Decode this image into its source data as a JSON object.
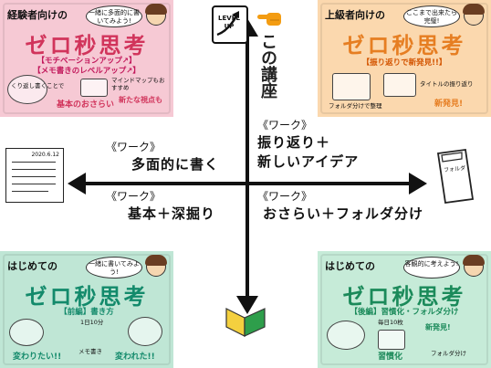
{
  "cards": {
    "top_left": {
      "header": "経験者向けの",
      "bubble": "一緒に多面的に書いてみよう!",
      "title": "ゼロ秒思考",
      "subs": [
        "【モチベーションアップ↗】",
        "【メモ書きのレベルアップ↗】"
      ],
      "notes": [
        "くり返し書くことで",
        "基本のおさらい",
        "マインドマップもおすすめ",
        "新たな視点も"
      ],
      "colors": {
        "bg": "#f6c9d4",
        "title": "#d1345b"
      }
    },
    "top_right": {
      "header": "上級者向けの",
      "bubble": "ここまで出来たら完璧!",
      "title": "ゼロ秒思考",
      "subs": [
        "【振り返りで新発見!!】"
      ],
      "notes": [
        "フォルダ分けで整理",
        "新発見!",
        "タイトルの振り返り"
      ],
      "colors": {
        "bg": "#fbd8ae",
        "title": "#e67e22"
      }
    },
    "bottom_left": {
      "header": "はじめての",
      "bubble": "一緒に書いてみよう!",
      "title": "ゼロ秒思考",
      "subs": [
        "【前編】書き方"
      ],
      "notes": [
        "1日10分",
        "メモ書き",
        "変わりたい!!",
        "変われた!!"
      ],
      "colors": {
        "bg": "#bfe6d5",
        "title": "#138a6b"
      }
    },
    "bottom_right": {
      "header": "はじめての",
      "bubble": "客観的に考えよう!",
      "title": "ゼロ秒思考",
      "subs": [
        "【後編】習慣化・フォルダ分け"
      ],
      "notes": [
        "毎日10枚",
        "習慣化",
        "新発見!",
        "フォルダ分け"
      ],
      "colors": {
        "bg": "#c6ebd8",
        "title": "#1b8a5a"
      }
    }
  },
  "axis": {
    "up_icon_text": "LEVEL UP",
    "course_label": "この講座",
    "doc_date": "2020.6.12",
    "folder_label": "フォルダ"
  },
  "quadrants": {
    "top_left": {
      "tag": "《ワーク》",
      "main": "多面的に書く"
    },
    "top_right": {
      "tag": "《ワーク》",
      "main_line1": "振り返り＋",
      "main_line2": "新しいアイデア"
    },
    "bottom_left": {
      "tag": "《ワーク》",
      "main": "基本＋深掘り"
    },
    "bottom_right": {
      "tag": "《ワーク》",
      "main": "おさらい＋フォルダ分け"
    }
  },
  "icons": [
    "level-up-icon",
    "pointing-hand-icon",
    "document-icon",
    "folder-icon",
    "beginner-mark-icon"
  ],
  "colors": {
    "axis": "#111111",
    "hand": "#f39c12",
    "beginner_green": "#2e9e4b",
    "beginner_yellow": "#f4d03f",
    "title_red": "#d1345b"
  }
}
